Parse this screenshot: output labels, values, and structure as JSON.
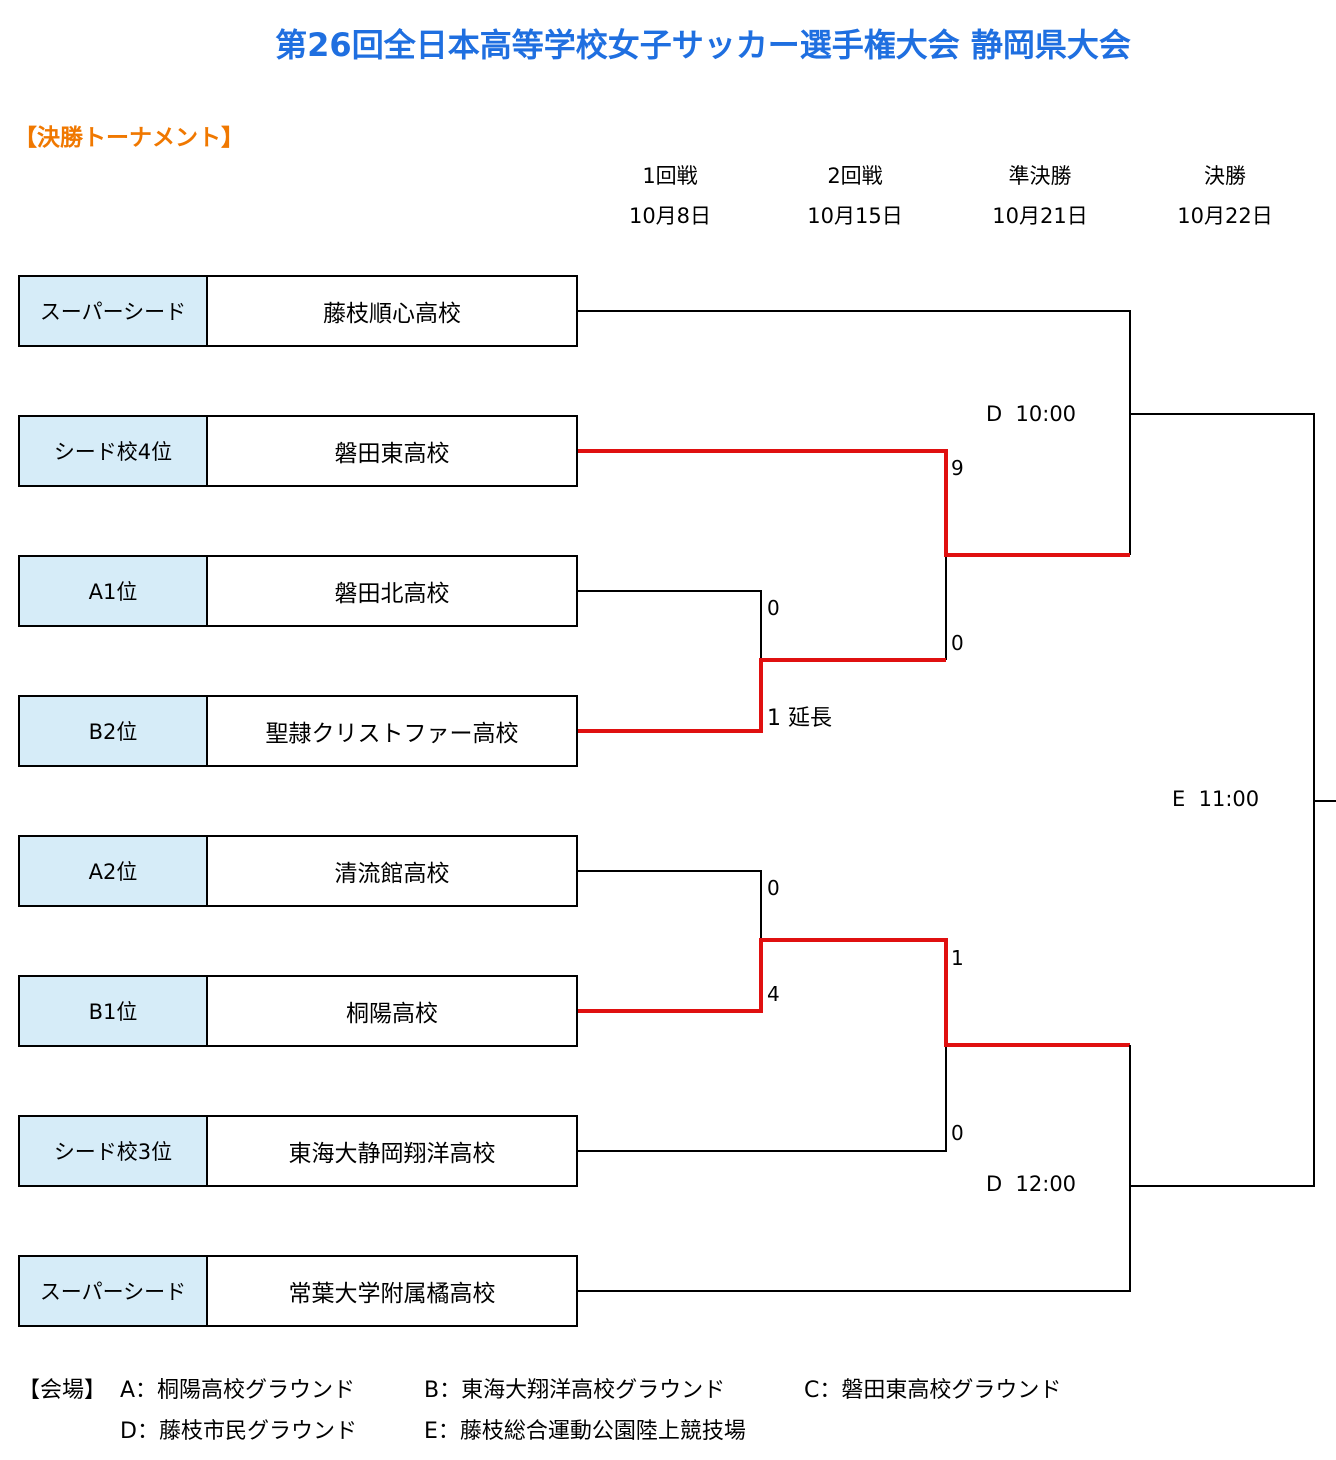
{
  "title": "第26回全日本高等学校女子サッカー選手権大会 静岡県大会",
  "subtitle": "【決勝トーナメント】",
  "rounds": [
    {
      "name": "1回戦",
      "date": "10月8日"
    },
    {
      "name": "2回戦",
      "date": "10月15日"
    },
    {
      "name": "準決勝",
      "date": "10月21日"
    },
    {
      "name": "決勝",
      "date": "10月22日"
    }
  ],
  "teams": [
    {
      "seed": "スーパーシード",
      "name": "藤枝順心高校"
    },
    {
      "seed": "シード校4位",
      "name": "磐田東高校"
    },
    {
      "seed": "A1位",
      "name": "磐田北高校"
    },
    {
      "seed": "B2位",
      "name": "聖隷クリストファー高校"
    },
    {
      "seed": "A2位",
      "name": "清流館高校"
    },
    {
      "seed": "B1位",
      "name": "桐陽高校"
    },
    {
      "seed": "シード校3位",
      "name": "東海大静岡翔洋高校"
    },
    {
      "seed": "スーパーシード",
      "name": "常葉大学附属橘高校"
    }
  ],
  "scores": {
    "r1_top_a": "0",
    "r1_top_b": "1 延長",
    "r1_bot_a": "0",
    "r1_bot_b": "4",
    "r2_top_a": "9",
    "r2_top_b": "0",
    "r2_bot_a": "1",
    "r2_bot_b": "0"
  },
  "matches": {
    "semi_top": "D  10:00",
    "semi_bottom": "D  12:00",
    "final": "E  11:00"
  },
  "venues": {
    "label": "【会場】",
    "a": "A：桐陽高校グラウンド",
    "b": "B：東海大翔洋高校グラウンド",
    "c": "C：磐田東高校グラウンド",
    "d": "D：藤枝市民グラウンド",
    "e": "E：藤枝総合運動公園陸上競技場"
  },
  "colors": {
    "title": "#1f6fe0",
    "subtitle": "#f07800",
    "seed_fill": "#d6ecf8",
    "winner_line": "#e01010",
    "line": "#000000"
  }
}
